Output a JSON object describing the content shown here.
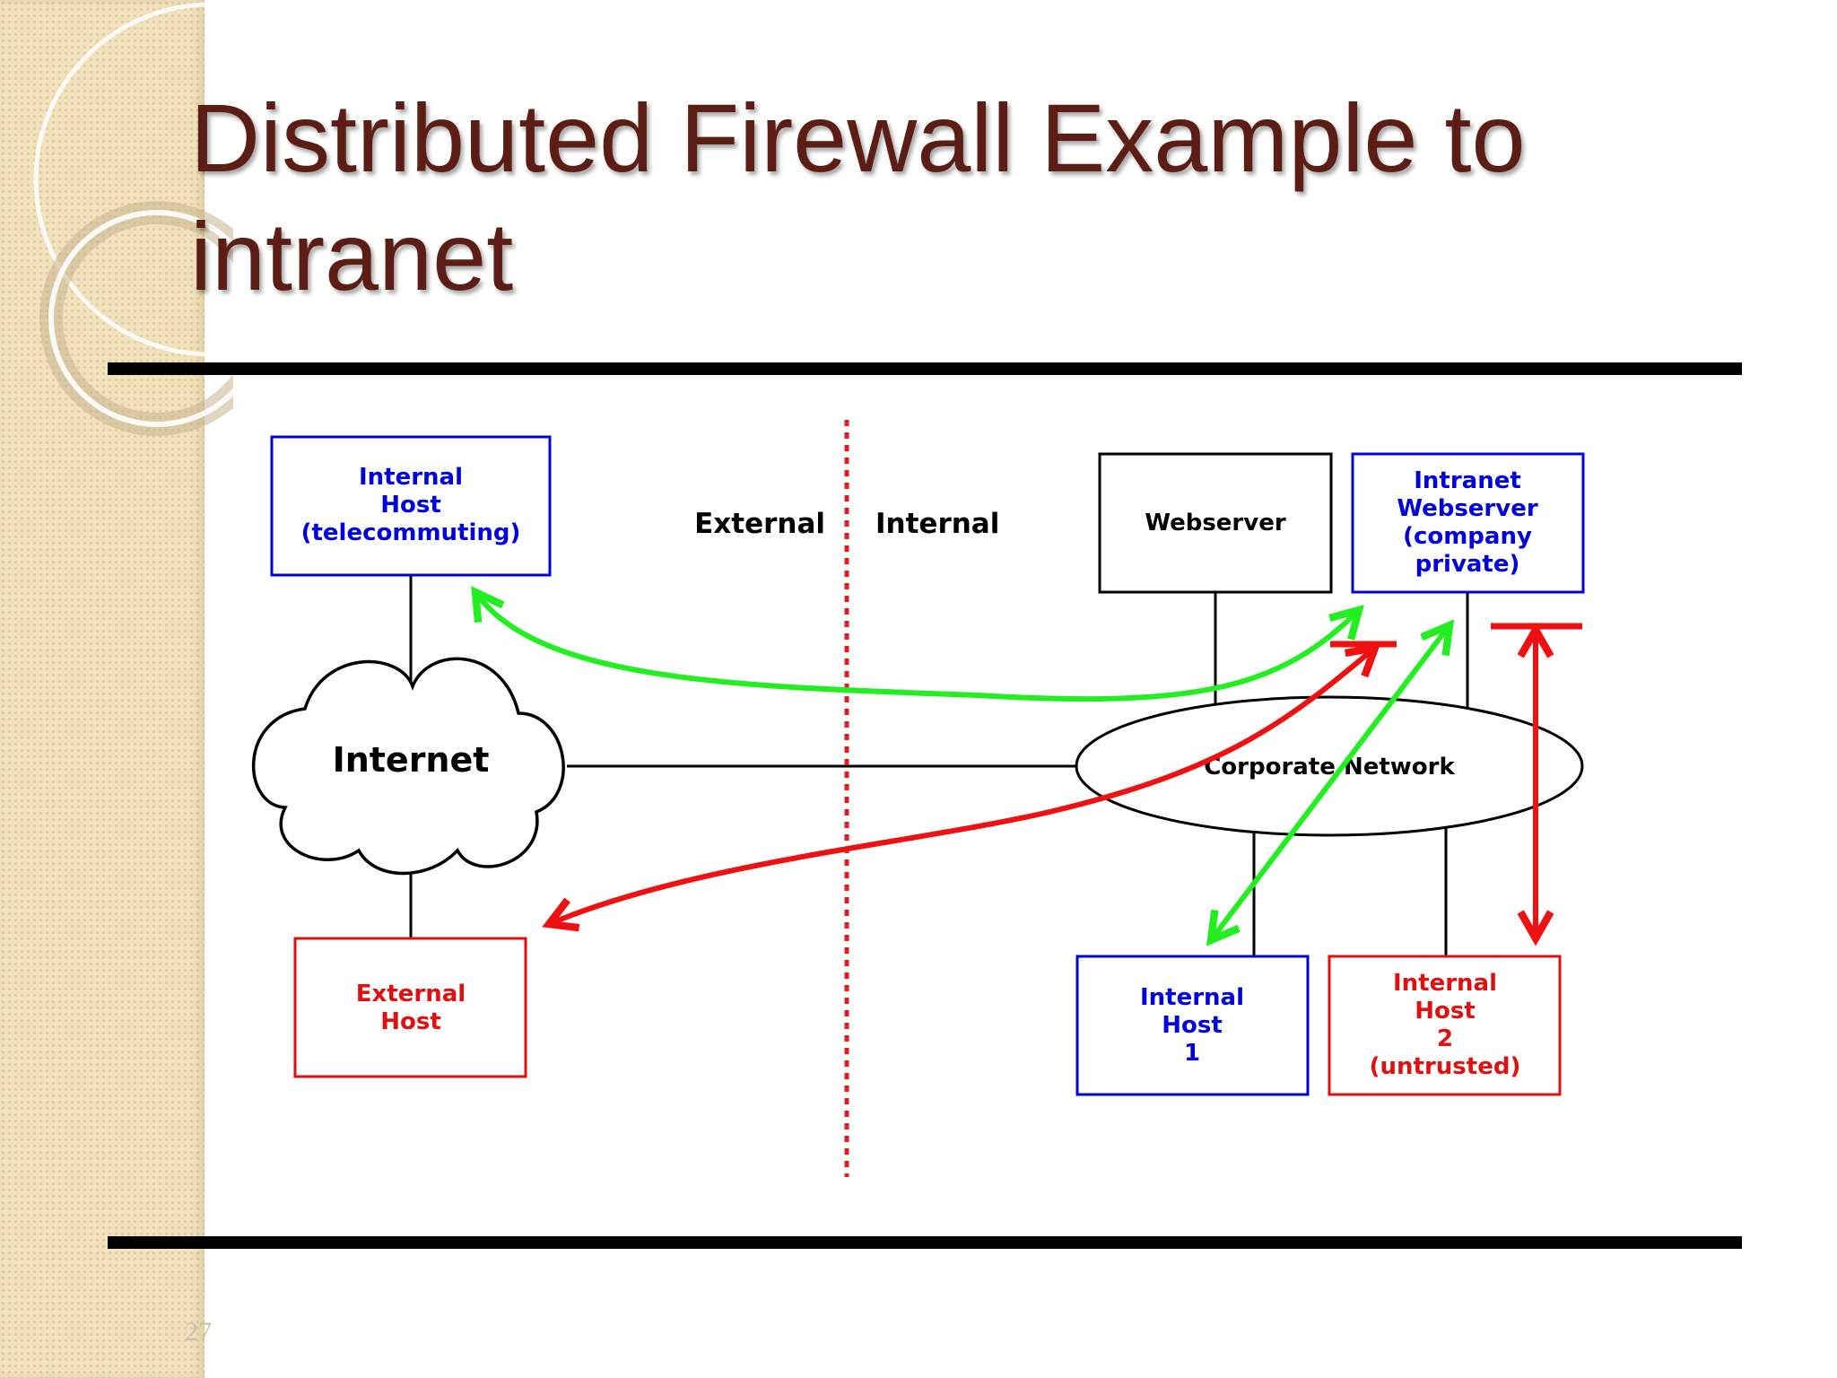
{
  "slide": {
    "title_line1": "Distributed Firewall Example to",
    "title_line2": "intranet",
    "page_number": "27"
  },
  "diagram": {
    "zone_external": "External",
    "zone_internal": "Internal",
    "internet": "Internet",
    "corporate_network": "Corporate Network",
    "nodes": {
      "telecommuting_host": [
        "Internal",
        "Host",
        "(telecommuting)"
      ],
      "external_host": [
        "External",
        "Host"
      ],
      "webserver": [
        "Webserver"
      ],
      "intranet_webserver": [
        "Intranet",
        "Webserver",
        "(company",
        "private)"
      ],
      "internal_host_1": [
        "Internal",
        "Host",
        "1"
      ],
      "internal_host_2": [
        "Internal",
        "Host",
        "2",
        "(untrusted)"
      ]
    },
    "colors": {
      "trusted": "#0000dd",
      "untrusted": "#e01010",
      "allowed_flow": "#22ee22",
      "blocked_flow": "#ee1111",
      "boundary": "#e02020"
    }
  }
}
